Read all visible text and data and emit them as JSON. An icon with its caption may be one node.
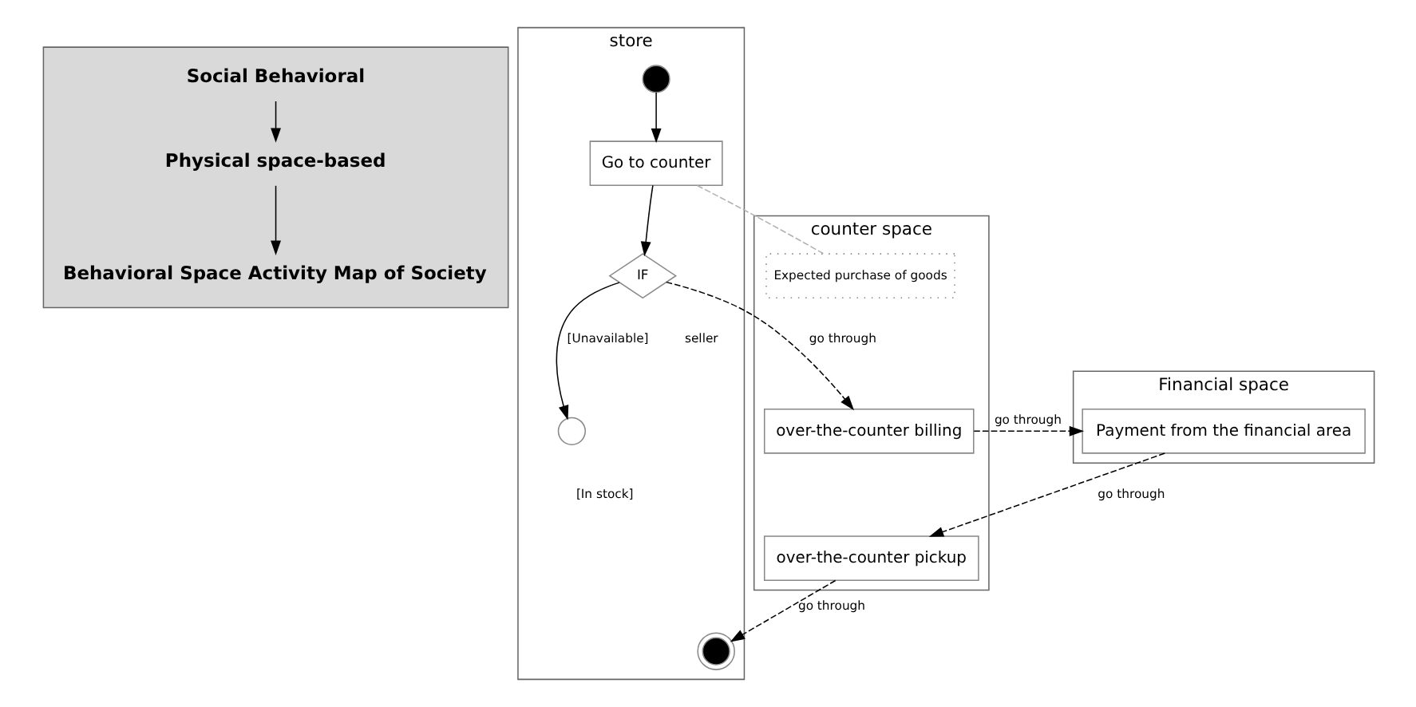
{
  "diagram": {
    "nodes": [
      {
        "text": [],
        "shape": "box"
      },
      {
        "text": [
          "Social Behavioral"
        ],
        "in": 0
      },
      {
        "text": [
          "Physical space-based"
        ],
        "in": 0
      },
      {
        "text": [
          "Behavioral Space Activity Map of Society"
        ],
        "in": 0
      },
      {
        "text": [
          "store"
        ]
      },
      {
        "text": [
          "counter space"
        ]
      },
      {
        "text": [
          "Financial space"
        ]
      },
      {
        "text": [],
        "shape": "circle",
        "in": 4
      },
      {
        "text": [
          "Go to counter"
        ],
        "in": 4
      },
      {
        "text": [
          "IF"
        ],
        "in": 4
      },
      {
        "text": [],
        "shape": "circle",
        "in": 4
      },
      {
        "text": [
          "Expected purchase of goods"
        ],
        "in": 5
      },
      {
        "text": [
          "over-the-counter billing"
        ],
        "in": 5
      },
      {
        "text": [
          "Payment from the financial area"
        ],
        "in": 6
      },
      {
        "text": [
          "over-the-counter pickup"
        ],
        "in": 5
      },
      {
        "text": [],
        "shape": "circle",
        "in": 4
      }
    ],
    "edges": [
      {
        "from": 1,
        "to": 2,
        "arrow": "to"
      },
      {
        "from": 2,
        "to": 3,
        "arrow": "to"
      },
      {
        "from": 7,
        "to": 8,
        "arrow": "to"
      },
      {
        "from": 8,
        "to": 9,
        "arrow": "to"
      },
      {
        "from": 9,
        "to": 10,
        "arrow": "to",
        "label": "[Unavailable]"
      },
      {
        "from": 8,
        "to": 11,
        "arrow": "none",
        "style": "dashed",
        "color": "#b0b0b0"
      },
      {
        "from": 9,
        "to": 12,
        "arrow": "to",
        "style": "dashed",
        "label": "go through"
      },
      {
        "from": 12,
        "to": 13,
        "arrow": "to",
        "style": "dashed",
        "label": "go through"
      },
      {
        "from": 13,
        "to": 14,
        "arrow": "to",
        "style": "dashed",
        "label": "go through"
      },
      {
        "from": 14,
        "to": 15,
        "arrow": "to",
        "style": "dashed",
        "label": "go through"
      }
    ],
    "labels": [
      "seller",
      "[In stock]"
    ]
  }
}
